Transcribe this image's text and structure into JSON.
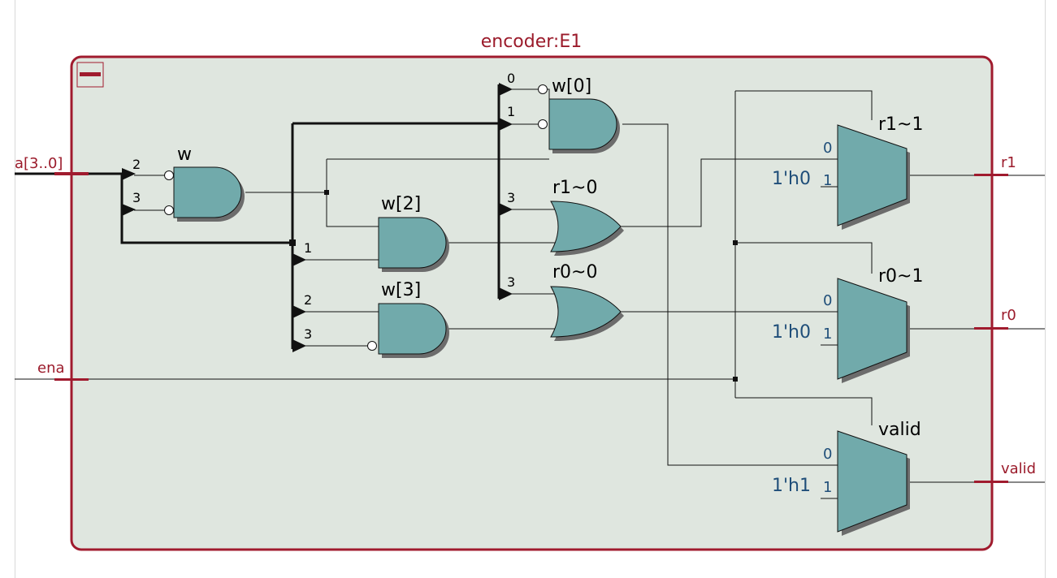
{
  "module": {
    "title": "encoder:E1"
  },
  "ports": {
    "a": "a[3..0]",
    "ena": "ena",
    "r1": "r1",
    "r0": "r0",
    "valid": "valid"
  },
  "gates": {
    "w": {
      "label": "w",
      "pins": [
        "2",
        "3"
      ]
    },
    "w0": {
      "label": "w[0]",
      "pins": [
        "0",
        "1"
      ]
    },
    "w2": {
      "label": "w[2]",
      "pins": [
        "1"
      ]
    },
    "w3": {
      "label": "w[3]",
      "pins": [
        "2",
        "3"
      ]
    },
    "r1_0": {
      "label": "r1~0",
      "pins": [
        "3"
      ]
    },
    "r0_0": {
      "label": "r0~0",
      "pins": [
        "3"
      ]
    }
  },
  "muxes": {
    "r1_1": {
      "label": "r1~1",
      "in0": "0",
      "in1": "1",
      "const": "1'h0"
    },
    "r0_1": {
      "label": "r0~1",
      "in0": "0",
      "in1": "1",
      "const": "1'h0"
    },
    "valid": {
      "label": "valid",
      "in0": "0",
      "in1": "1",
      "const": "1'h1"
    }
  },
  "colors": {
    "module_border": "#a01b2e",
    "module_fill": "#dfe6df",
    "gate_fill": "#71aaab",
    "gate_shadow": "#6c6c6c",
    "wire": "#111111",
    "port_text": "#9b1b2b",
    "const_text": "#1f4e79"
  }
}
